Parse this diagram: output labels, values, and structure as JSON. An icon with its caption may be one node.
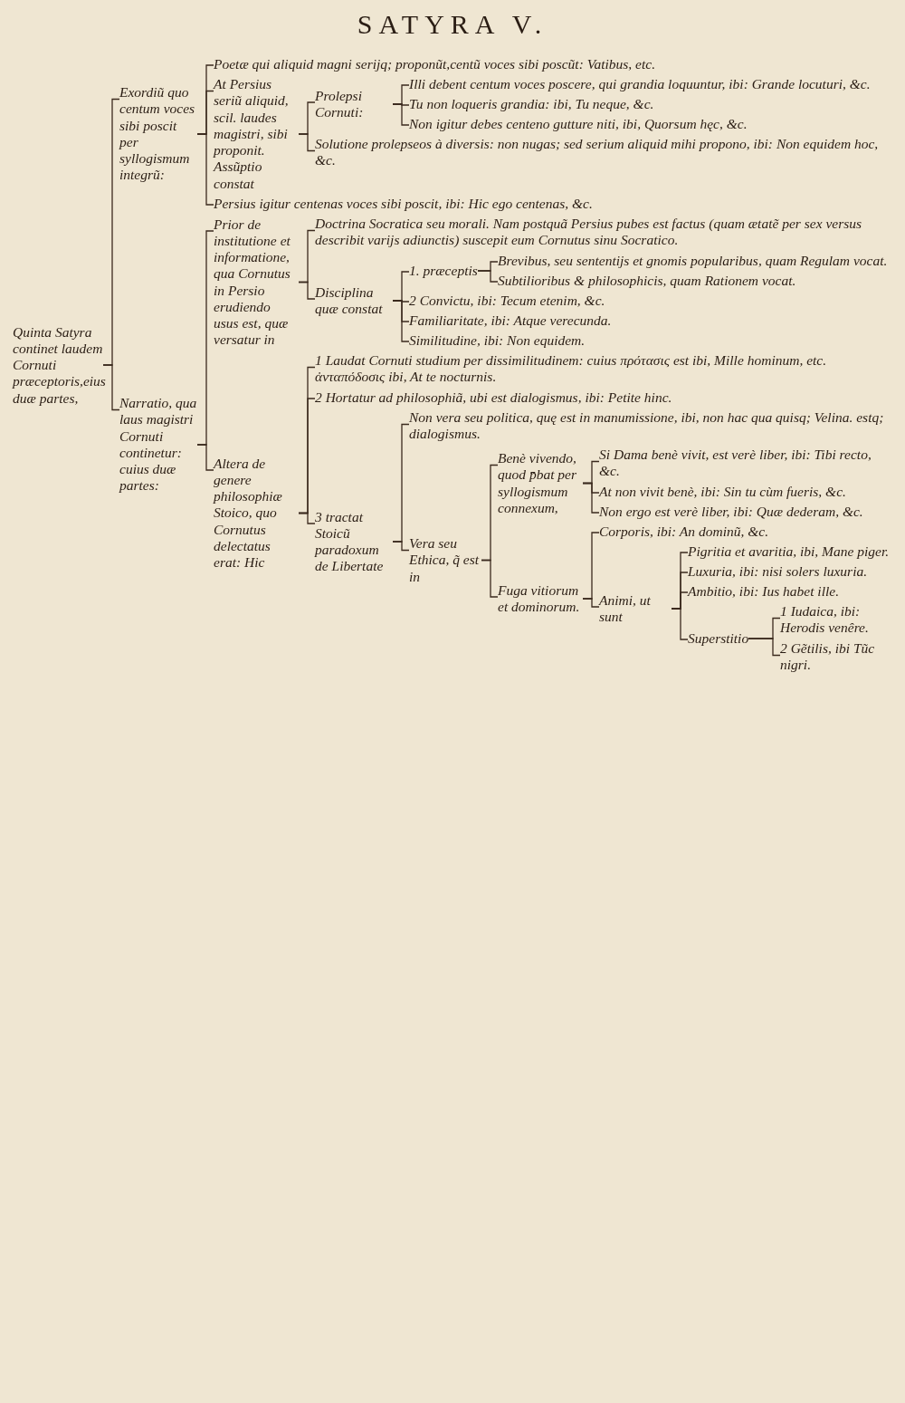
{
  "diagram": {
    "title": "SATYRA V.",
    "nodes": [
      {
        "text": [
          "Quinta Satyra continet laudem Cornuti præceptoris,eius duæ partes,"
        ]
      },
      {
        "text": [
          "Exordiũ quo centum voces sibi poscit per syllogismum integrũ:"
        ]
      },
      {
        "text": [
          "Poetæ qui aliquid magni serijq; proponũt,centũ voces sibi poscũt: Vatibus, etc."
        ]
      },
      {
        "text": [
          "At Persius seriũ aliquid, scil. laudes magistri, sibi proponit. Assũptio constat"
        ]
      },
      {
        "text": [
          "Prolepsi Cornuti:"
        ]
      },
      {
        "text": [
          "Illi debent centum voces poscere, qui grandia loquuntur, ibi: Grande locuturi, &c."
        ]
      },
      {
        "text": [
          "Tu non loqueris grandia: ibi, Tu neque, &c."
        ]
      },
      {
        "text": [
          "Non igitur debes centeno gutture niti, ibi, Quorsum hęc, &c."
        ]
      },
      {
        "text": [
          "Solutione prolepseos à diversis: non nugas; sed serium aliquid mihi propono, ibi: Non equidem hoc, &c."
        ]
      },
      {
        "text": [
          "Persius igitur centenas voces sibi poscit, ibi: Hic ego centenas, &c."
        ]
      },
      {
        "text": [
          "Narratio, qua laus magistri Cornuti continetur: cuius duæ partes:"
        ]
      },
      {
        "text": [
          "Prior de institutione et informatione, qua Cornutus in Persio erudiendo usus est, quæ versatur in"
        ]
      },
      {
        "text": [
          "Doctrina Socratica seu morali. Nam postquã Persius pubes est factus (quam ætatẽ per sex versus describit varijs adiunctis) suscepit eum Cornutus sinu Socratico."
        ]
      },
      {
        "text": [
          "Disciplina quæ constat"
        ]
      },
      {
        "text": [
          "1. præceptis"
        ]
      },
      {
        "text": [
          "Brevibus, seu sententijs et gnomis popularibus, quam Regulam vocat."
        ]
      },
      {
        "text": [
          "Subtilioribus & philosophicis, quam Rationem vocat."
        ]
      },
      {
        "text": [
          "2 Convictu, ibi: Tecum etenim, &c."
        ]
      },
      {
        "text": [
          "Familiaritate, ibi: Atque verecunda."
        ]
      },
      {
        "text": [
          "Similitudine, ibi: Non equidem."
        ]
      },
      {
        "text": [
          "Altera de genere philosophiæ Stoico, quo Cornutus delectatus erat: Hic"
        ]
      },
      {
        "text": [
          "1 Laudat Cornuti studium per dissimilitudinem: cuius πρότασις est ibi, Mille hominum, etc. ἀνταπόδοσις ibi, At te nocturnis."
        ]
      },
      {
        "text": [
          "2 Hortatur ad philosophiã, ubi est dialogismus, ibi: Petite hinc."
        ]
      },
      {
        "text": [
          "3 tractat Stoicũ paradoxum de Libertate"
        ]
      },
      {
        "text": [
          "Non vera seu politica, quę est in manumissione, ibi, non hac qua quisq; Velina. estq; dialogismus."
        ]
      },
      {
        "text": [
          "Vera seu Ethica, q̃ est in"
        ]
      },
      {
        "text": [
          "Benè vivendo, quod p̄bat per syllogismum connexum,"
        ]
      },
      {
        "text": [
          "Si Dama benè vivit, est verè liber, ibi: Tibi recto, &c."
        ]
      },
      {
        "text": [
          "At non vivit benè, ibi: Sin tu cùm fueris, &c."
        ]
      },
      {
        "text": [
          "Non ergo est verè liber, ibi: Quæ dederam, &c."
        ]
      },
      {
        "text": [
          "Fuga vitiorum et dominorum."
        ]
      },
      {
        "text": [
          "Corporis, ibi: An dominũ, &c."
        ]
      },
      {
        "text": [
          "Animi, ut sunt"
        ]
      },
      {
        "text": [
          "Pigritia et avaritia, ibi, Mane piger."
        ]
      },
      {
        "text": [
          "Luxuria, ibi: nisi solers luxuria."
        ]
      },
      {
        "text": [
          "Ambitio, ibi: Ius habet ille."
        ]
      },
      {
        "text": [
          "Superstitio"
        ]
      },
      {
        "text": [
          "1 Iudaica, ibi: Herodis venêre."
        ]
      },
      {
        "text": [
          "2 Gẽtilis, ibi Tũc nigri."
        ]
      }
    ],
    "edges": [
      {
        "from": 0,
        "to": 1,
        "arrow": "none"
      },
      {
        "from": 0,
        "to": 10,
        "arrow": "none"
      },
      {
        "from": 1,
        "to": 2,
        "arrow": "none"
      },
      {
        "from": 1,
        "to": 3,
        "arrow": "none"
      },
      {
        "from": 1,
        "to": 9,
        "arrow": "none"
      },
      {
        "from": 3,
        "to": 4,
        "arrow": "none"
      },
      {
        "from": 3,
        "to": 8,
        "arrow": "none"
      },
      {
        "from": 4,
        "to": 5,
        "arrow": "none"
      },
      {
        "from": 4,
        "to": 6,
        "arrow": "none"
      },
      {
        "from": 4,
        "to": 7,
        "arrow": "none"
      },
      {
        "from": 10,
        "to": 11,
        "arrow": "none"
      },
      {
        "from": 10,
        "to": 20,
        "arrow": "none"
      },
      {
        "from": 11,
        "to": 12,
        "arrow": "none"
      },
      {
        "from": 11,
        "to": 13,
        "arrow": "none"
      },
      {
        "from": 13,
        "to": 14,
        "arrow": "none"
      },
      {
        "from": 13,
        "to": 17,
        "arrow": "none"
      },
      {
        "from": 13,
        "to": 18,
        "arrow": "none"
      },
      {
        "from": 13,
        "to": 19,
        "arrow": "none"
      },
      {
        "from": 14,
        "to": 15,
        "arrow": "none"
      },
      {
        "from": 14,
        "to": 16,
        "arrow": "none"
      },
      {
        "from": 20,
        "to": 21,
        "arrow": "none"
      },
      {
        "from": 20,
        "to": 22,
        "arrow": "none"
      },
      {
        "from": 20,
        "to": 23,
        "arrow": "none"
      },
      {
        "from": 23,
        "to": 24,
        "arrow": "none"
      },
      {
        "from": 23,
        "to": 25,
        "arrow": "none"
      },
      {
        "from": 25,
        "to": 26,
        "arrow": "none"
      },
      {
        "from": 25,
        "to": 30,
        "arrow": "none"
      },
      {
        "from": 26,
        "to": 27,
        "arrow": "none"
      },
      {
        "from": 26,
        "to": 28,
        "arrow": "none"
      },
      {
        "from": 26,
        "to": 29,
        "arrow": "none"
      },
      {
        "from": 30,
        "to": 31,
        "arrow": "none"
      },
      {
        "from": 30,
        "to": 32,
        "arrow": "none"
      },
      {
        "from": 32,
        "to": 33,
        "arrow": "none"
      },
      {
        "from": 32,
        "to": 34,
        "arrow": "none"
      },
      {
        "from": 32,
        "to": 35,
        "arrow": "none"
      },
      {
        "from": 32,
        "to": 36,
        "arrow": "none"
      },
      {
        "from": 36,
        "to": 37,
        "arrow": "none"
      },
      {
        "from": 36,
        "to": 38,
        "arrow": "none"
      }
    ]
  }
}
